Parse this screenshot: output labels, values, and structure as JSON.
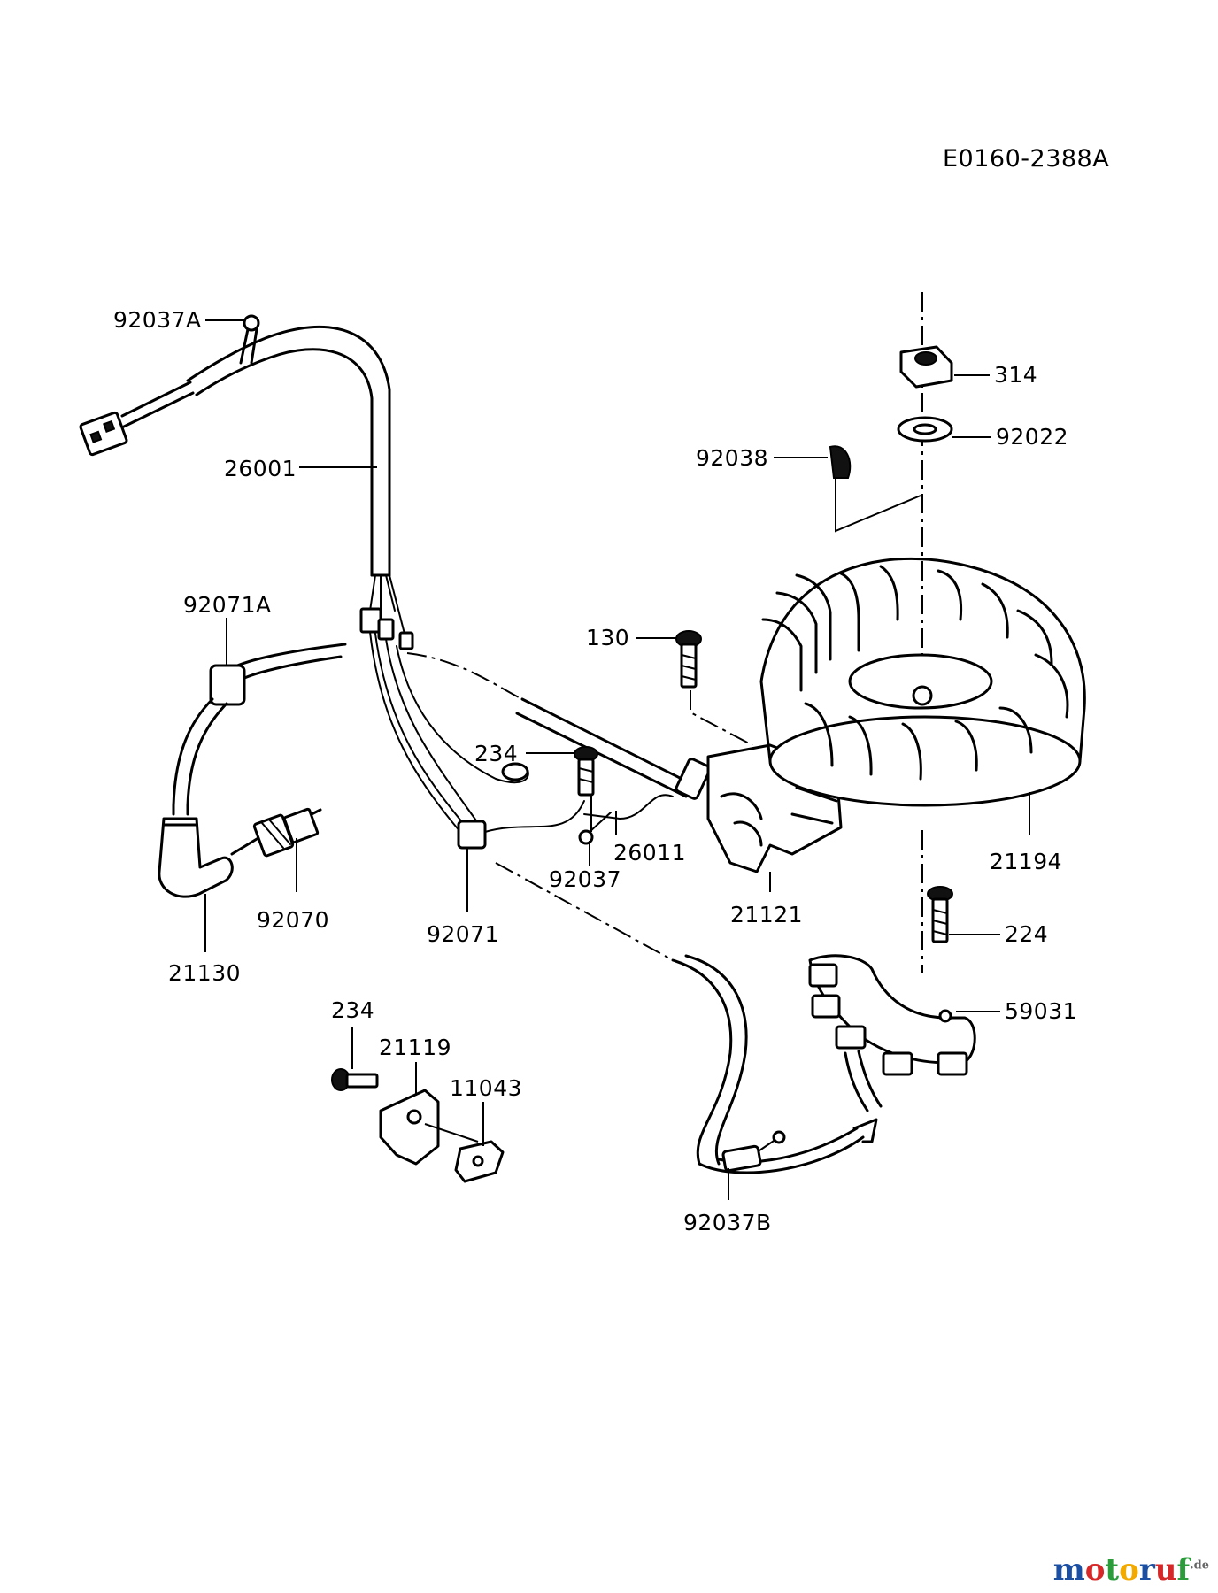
{
  "reference_code": "E0160-2388A",
  "part_labels": {
    "p92037A": "92037A",
    "p26001": "26001",
    "p92071A": "92071A",
    "p314": "314",
    "p92022": "92022",
    "p92038": "92038",
    "p130": "130",
    "p234a": "234",
    "p26011": "26011",
    "p92037": "92037",
    "p21121": "21121",
    "p21194": "21194",
    "p92070": "92070",
    "p92071": "92071",
    "p21130": "21130",
    "p224": "224",
    "p59031": "59031",
    "p234b": "234",
    "p21119": "21119",
    "p11043": "11043",
    "p92037B": "92037B"
  },
  "watermark": {
    "text": "motoruf",
    "suffix": ".de",
    "colors": [
      "#1a4fa3",
      "#d62828",
      "#2a9d3a",
      "#f2a900",
      "#1a4fa3",
      "#d62828",
      "#2a9d3a"
    ]
  }
}
